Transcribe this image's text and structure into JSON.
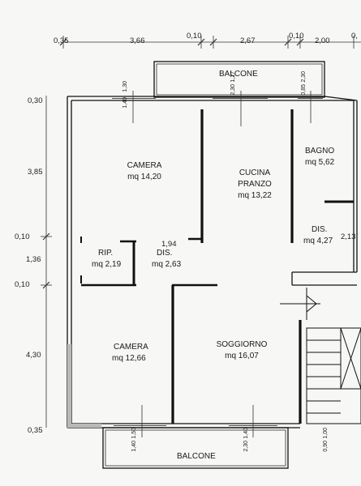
{
  "top_dimensions": [
    "0,35",
    "3,66",
    "0,10",
    "2,67",
    "0,10",
    "2,00",
    "0,"
  ],
  "left_dimensions": [
    "0,30",
    "3,85",
    "0,10",
    "1,36",
    "0,10",
    "4,30",
    "0,35"
  ],
  "balcony_top": "BALCONE",
  "balcony_bottom": "BALCONE",
  "rooms": {
    "camera1": {
      "name": "CAMERA",
      "area": "mq 14,20"
    },
    "cucina": {
      "name1": "CUCINA",
      "name2": "PRANZO",
      "area": "mq 13,22"
    },
    "bagno": {
      "name": "BAGNO",
      "area": "mq 5,62"
    },
    "dis2": {
      "name": "DIS.",
      "area": "mq 4,27"
    },
    "rip": {
      "name": "RIP.",
      "area": "mq 2,19"
    },
    "dis1": {
      "name": "DIS.",
      "area": "mq 2,63"
    },
    "camera2": {
      "name": "CAMERA",
      "area": "mq 12,66"
    },
    "soggiorno": {
      "name": "SOGGIORNO",
      "area": "mq 16,07"
    }
  },
  "inner_dims": {
    "dis_width": "1,94",
    "dis2_side": "2,13"
  },
  "window_heights_top": [
    {
      "a": "1,30",
      "b": "1,40"
    },
    {
      "a": "1,27",
      "b": "2,30"
    },
    {
      "a": "0,85",
      "b": "2,30"
    }
  ],
  "window_heights_bottom": [
    {
      "a": "1,50",
      "b": "1,40"
    },
    {
      "a": "1,40",
      "b": "2,30"
    },
    {
      "a": "1,00",
      "b": "0,90"
    }
  ]
}
